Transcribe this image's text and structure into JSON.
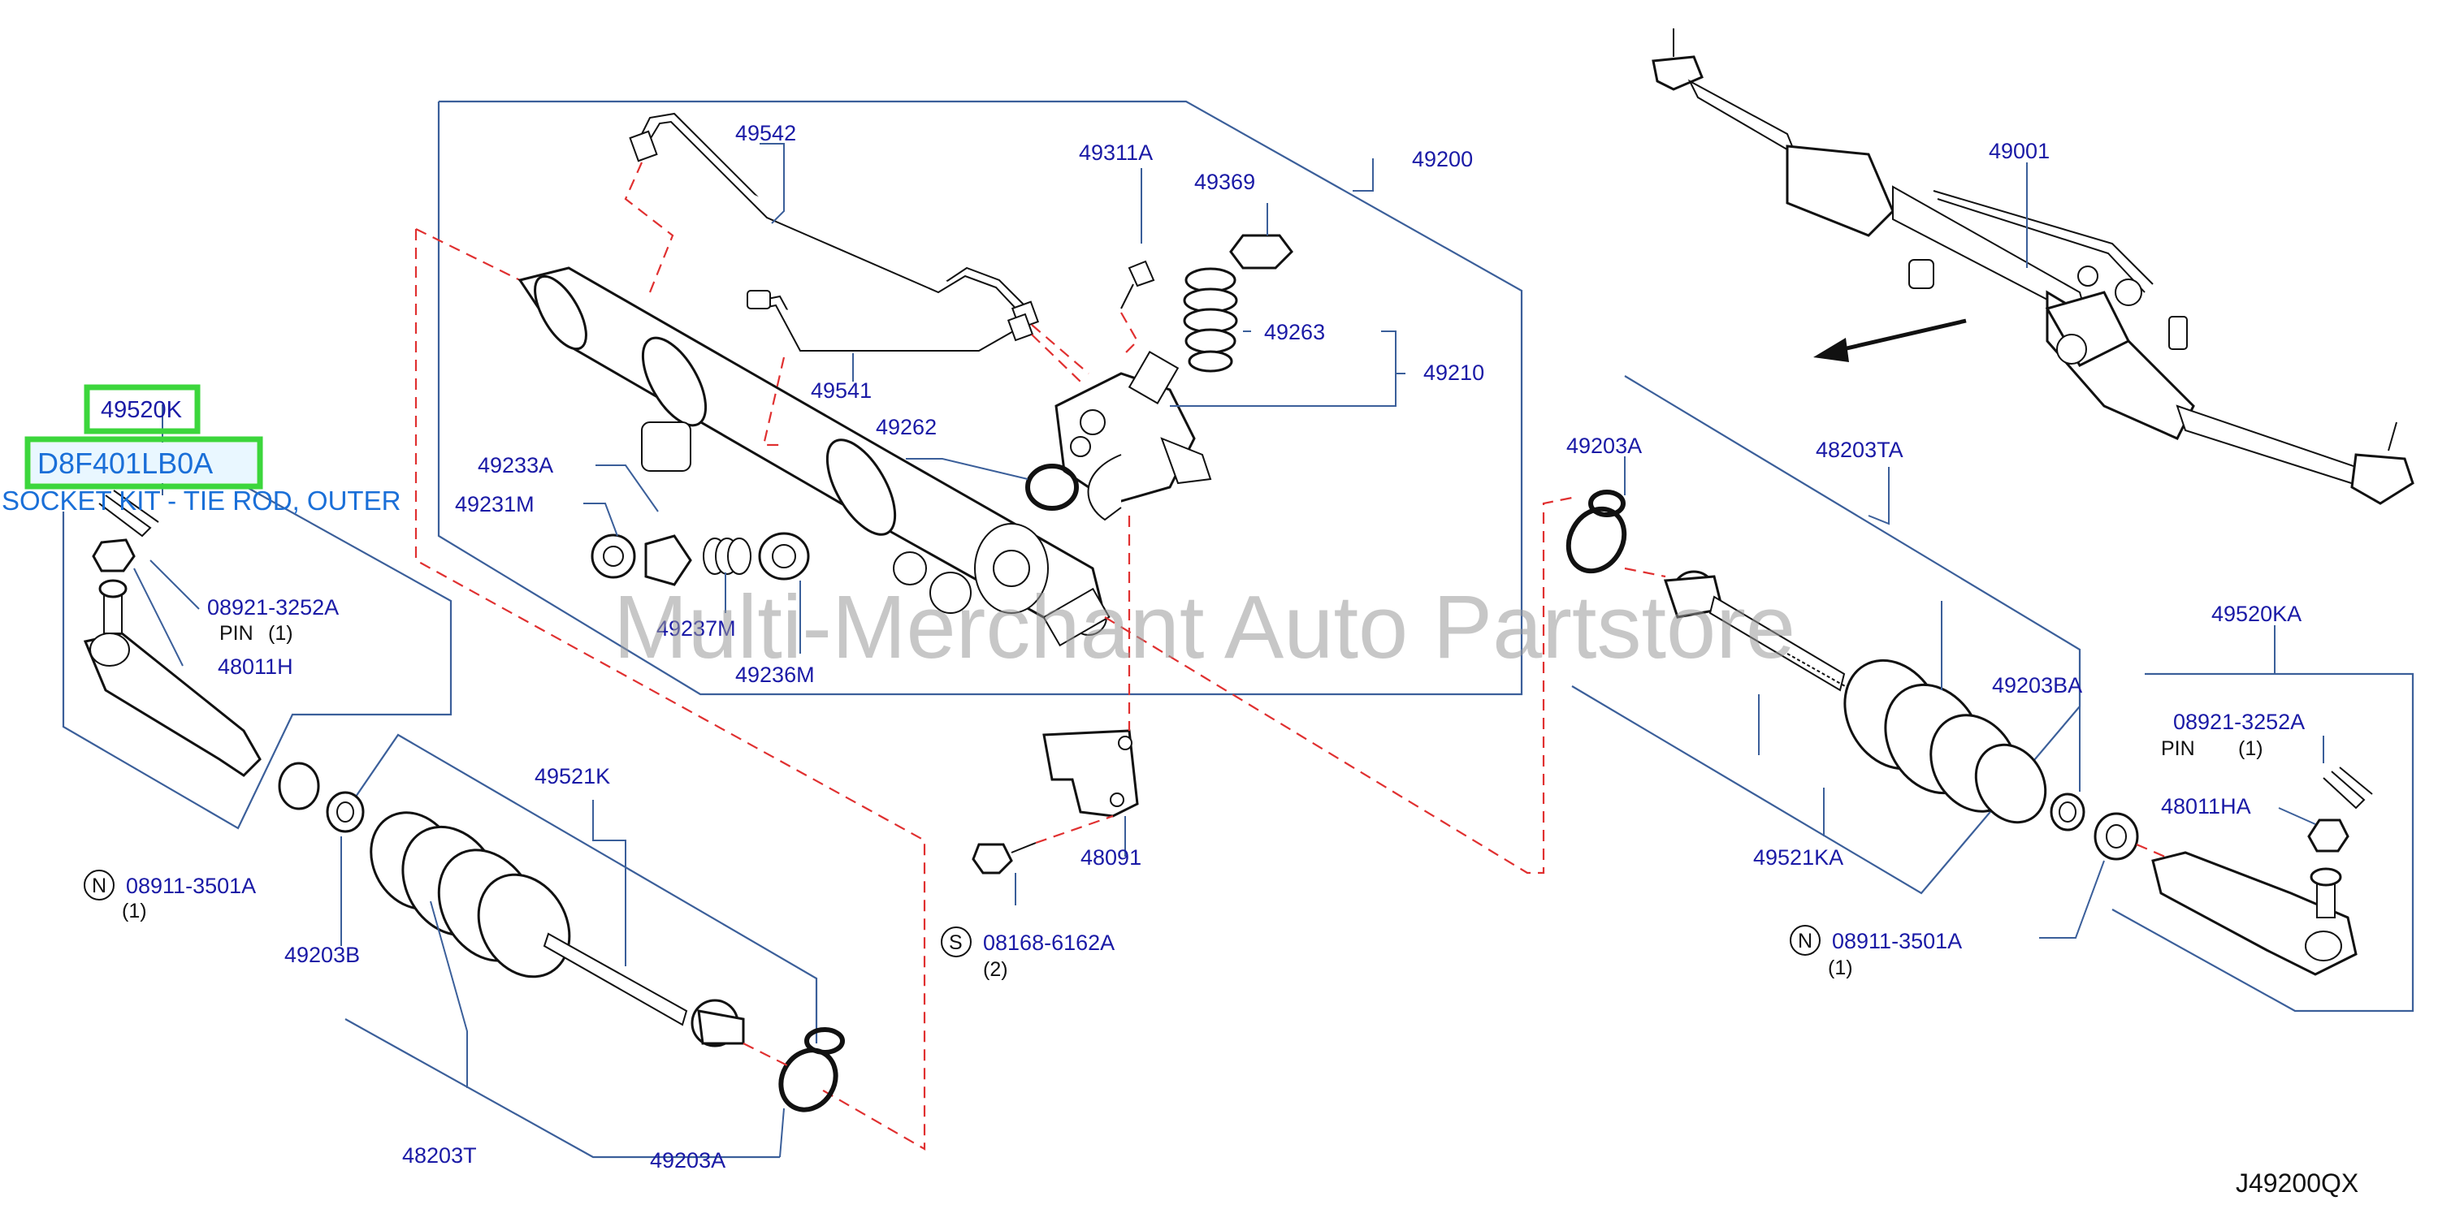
{
  "labels": {
    "p49542": "49542",
    "p49311A": "49311A",
    "p49200": "49200",
    "p49001": "49001",
    "p49369": "49369",
    "p49263": "49263",
    "p49210": "49210",
    "p49541": "49541",
    "p49262": "49262",
    "p49233A": "49233A",
    "p49231M": "49231M",
    "p49237M": "49237M",
    "p49236M": "49236M",
    "p49203A_r": "49203A",
    "p48203TA": "48203TA",
    "p49203BA": "49203BA",
    "p49521KA": "49521KA",
    "p49520KA": "49520KA",
    "p08921_r": "08921-3252A",
    "pin_r": "PIN",
    "pin_r_qty": "(1)",
    "p48011HA": "48011HA",
    "n_r": "N",
    "p08911_r": "08911-3501A",
    "p08911_r_qty": "(1)",
    "p08921_l": "08921-3252A",
    "pin_l": "PIN",
    "pin_l_qty": "(1)",
    "p48011H": "48011H",
    "n_l": "N",
    "p08911_l": "08911-3501A",
    "p08911_l_qty": "(1)",
    "p49521K": "49521K",
    "p49203B": "49203B",
    "p48203T": "48203T",
    "p49203A_l": "49203A",
    "p48091": "48091",
    "s_mark": "S",
    "p08168": "08168-6162A",
    "p08168_qty": "(2)"
  },
  "selection": {
    "part_number": "49520K",
    "oem_code": "D8F401LB0A",
    "description": "SOCKET KIT - TIE ROD, OUTER"
  },
  "watermark": "Multi-Merchant Auto Partstore",
  "diagram_code": "J49200QX",
  "colors": {
    "label": "#1a1aa6",
    "leader": "#3b5f9a",
    "dashed": "#e03030",
    "highlight": "#3cd63c",
    "selected_text": "#1a6fd8"
  }
}
